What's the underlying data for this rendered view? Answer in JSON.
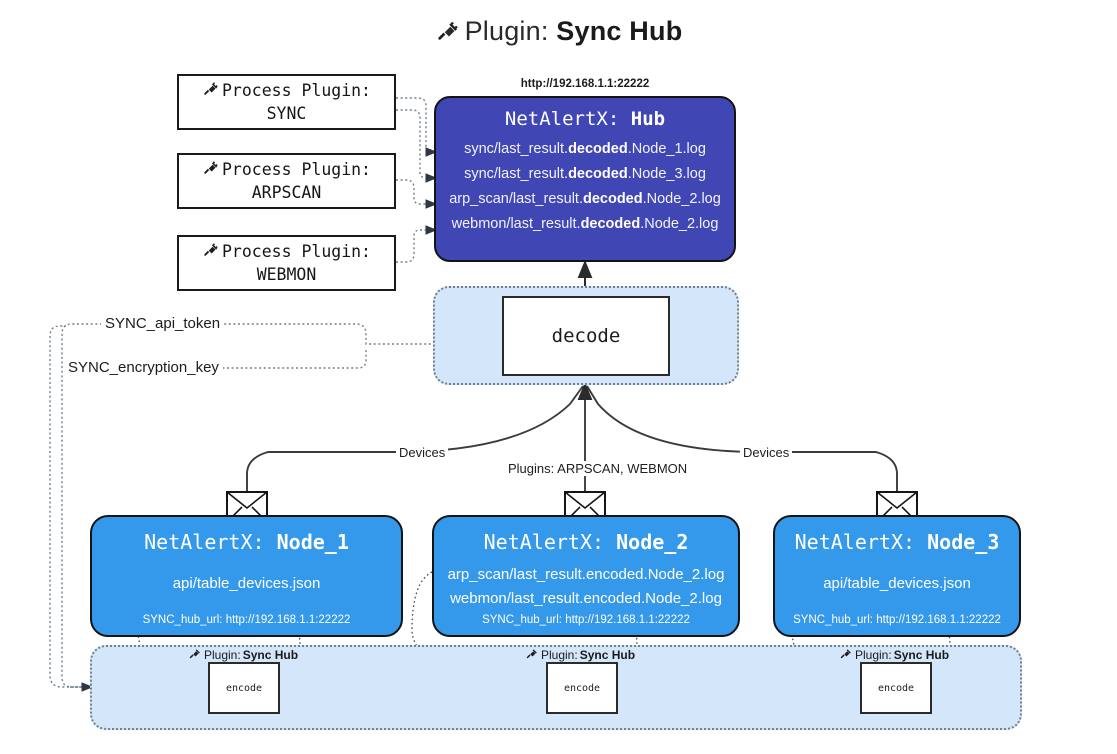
{
  "title": {
    "icon": "plug-icon",
    "prefix": "Plugin:",
    "name": "Sync Hub"
  },
  "process_plugins": [
    {
      "label": "Process Plugin:",
      "name": "SYNC",
      "icon": "plug-icon"
    },
    {
      "label": "Process Plugin:",
      "name": "ARPSCAN",
      "icon": "plug-icon"
    },
    {
      "label": "Process Plugin:",
      "name": "WEBMON",
      "icon": "plug-icon"
    }
  ],
  "hub": {
    "url_label": "http://192.168.1.1:22222",
    "title_prefix": "NetAlertX:",
    "title_name": "Hub",
    "logs": [
      {
        "pre": "sync/last_result.",
        "mid": "decoded",
        "post": ".Node_1.log"
      },
      {
        "pre": "sync/last_result.",
        "mid": "decoded",
        "post": ".Node_3.log"
      },
      {
        "pre": "arp_scan/last_result.",
        "mid": "decoded",
        "post": ".Node_2.log"
      },
      {
        "pre": "webmon/last_result.",
        "mid": "decoded",
        "post": ".Node_2.log"
      }
    ]
  },
  "decode": {
    "label": "decode"
  },
  "secrets": [
    {
      "label": "SYNC_api_token"
    },
    {
      "label": "SYNC_encryption_key"
    }
  ],
  "edge_labels": {
    "devices_left": "Devices",
    "plugins_center": "Plugins: ARPSCAN, WEBMON",
    "devices_right": "Devices"
  },
  "nodes": [
    {
      "title_prefix": "NetAlertX:",
      "title_name": "Node_1",
      "lines": [
        "api/table_devices.json"
      ],
      "footer": "SYNC_hub_url: http://192.168.1.1:22222",
      "icon": "envelope-icon"
    },
    {
      "title_prefix": "NetAlertX:",
      "title_name": "Node_2",
      "lines": [
        "arp_scan/last_result.encoded.Node_2.log",
        "webmon/last_result.encoded.Node_2.log"
      ],
      "footer": "SYNC_hub_url: http://192.168.1.1:22222",
      "icon": "envelope-icon"
    },
    {
      "title_prefix": "NetAlertX:",
      "title_name": "Node_3",
      "lines": [
        "api/table_devices.json"
      ],
      "footer": "SYNC_hub_url: http://192.168.1.1:22222",
      "icon": "envelope-icon"
    }
  ],
  "encoders": [
    {
      "tag_prefix": "Plugin:",
      "tag_name": "Sync Hub",
      "label": "encode",
      "icon": "plug-icon"
    },
    {
      "tag_prefix": "Plugin:",
      "tag_name": "Sync Hub",
      "label": "encode",
      "icon": "plug-icon"
    },
    {
      "tag_prefix": "Plugin:",
      "tag_name": "Sync Hub",
      "label": "encode",
      "icon": "plug-icon"
    }
  ],
  "colors": {
    "hub": "#4046b4",
    "node": "#3498eb",
    "cluster": "#d4e7fa",
    "stroke": "#141414",
    "dotted": "#6f7f8c"
  }
}
